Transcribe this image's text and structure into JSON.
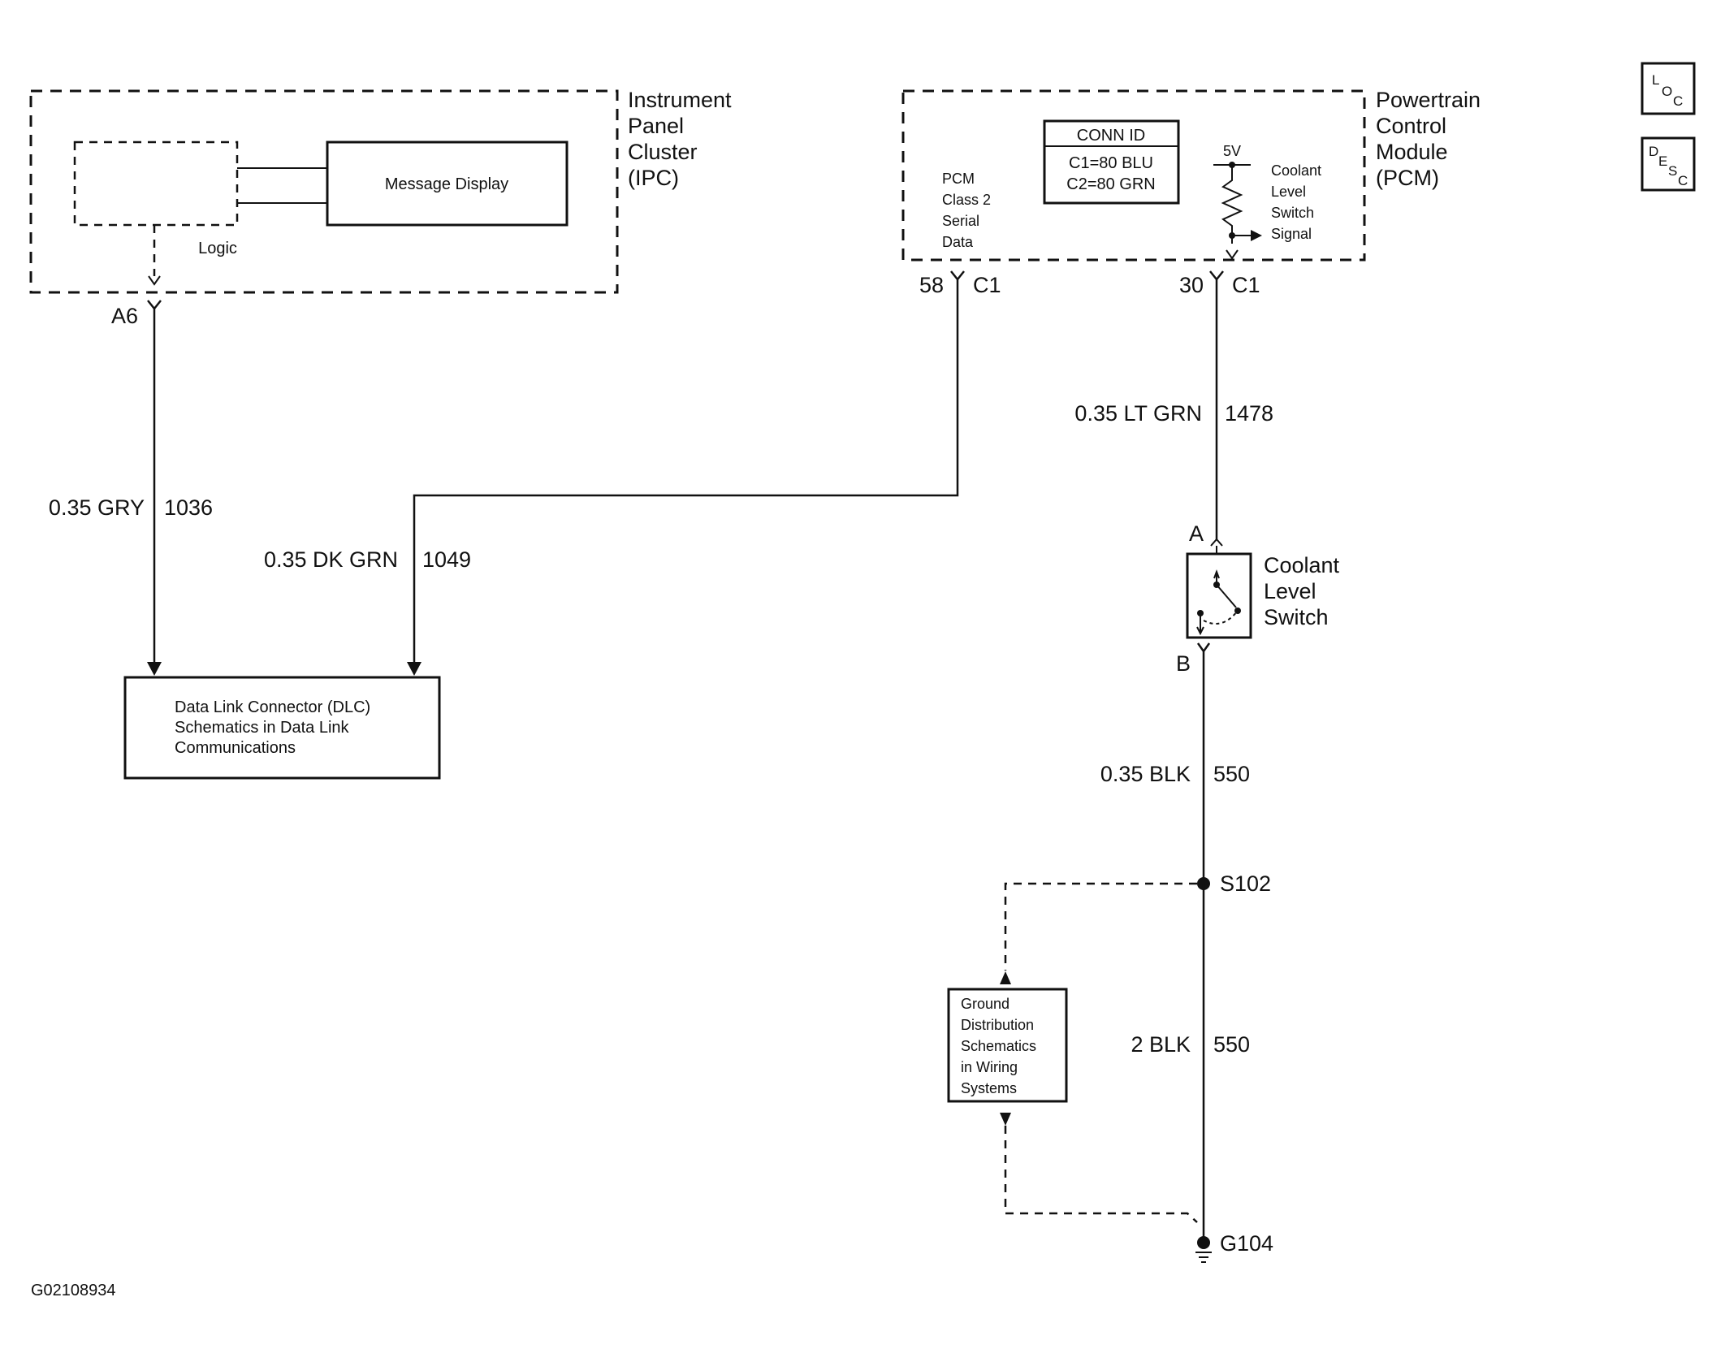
{
  "ipc": {
    "title_lines": [
      "Instrument",
      "Panel",
      "Cluster",
      "(IPC)"
    ],
    "logic_label": "Logic",
    "message_display": "Message Display",
    "pin": "A6"
  },
  "pcm": {
    "title_lines": [
      "Powertrain",
      "Control",
      "Module",
      "(PCM)"
    ],
    "conn_id_title": "CONN ID",
    "conn_id_lines": [
      "C1=80 BLU",
      "C2=80 GRN"
    ],
    "serial_label_lines": [
      "PCM",
      "Class 2",
      "Serial",
      "Data"
    ],
    "voltage": "5V",
    "signal_label_lines": [
      "Coolant",
      "Level",
      "Switch",
      "Signal"
    ],
    "serial_pin": "58",
    "serial_conn": "C1",
    "signal_pin": "30",
    "signal_conn": "C1"
  },
  "wires": {
    "ipc_gauge": "0.35 GRY",
    "ipc_circuit": "1036",
    "serial_gauge": "0.35 DK GRN",
    "serial_circuit": "1049",
    "signal_gauge": "0.35 LT GRN",
    "signal_circuit": "1478",
    "switch_ground_gauge": "0.35 BLK",
    "switch_ground_circuit": "550",
    "ground_gauge": "2 BLK",
    "ground_circuit": "550"
  },
  "dlc": {
    "lines": [
      "Data Link Connector (DLC)",
      "Schematics in Data Link",
      "Communications"
    ]
  },
  "switch": {
    "title_lines": [
      "Coolant",
      "Level",
      "Switch"
    ],
    "pin_a": "A",
    "pin_b": "B"
  },
  "splice": "S102",
  "ground_dist": {
    "lines": [
      "Ground",
      "Distribution",
      "Schematics",
      "in Wiring",
      "Systems"
    ]
  },
  "ground": "G104",
  "figure_id": "G02108934",
  "icons": {
    "loc": {
      "big": "L",
      "mid": "O",
      "sub": "C"
    },
    "desc": {
      "big": "D",
      "mid": "E",
      "sub": "S",
      "sub2": "C"
    }
  }
}
